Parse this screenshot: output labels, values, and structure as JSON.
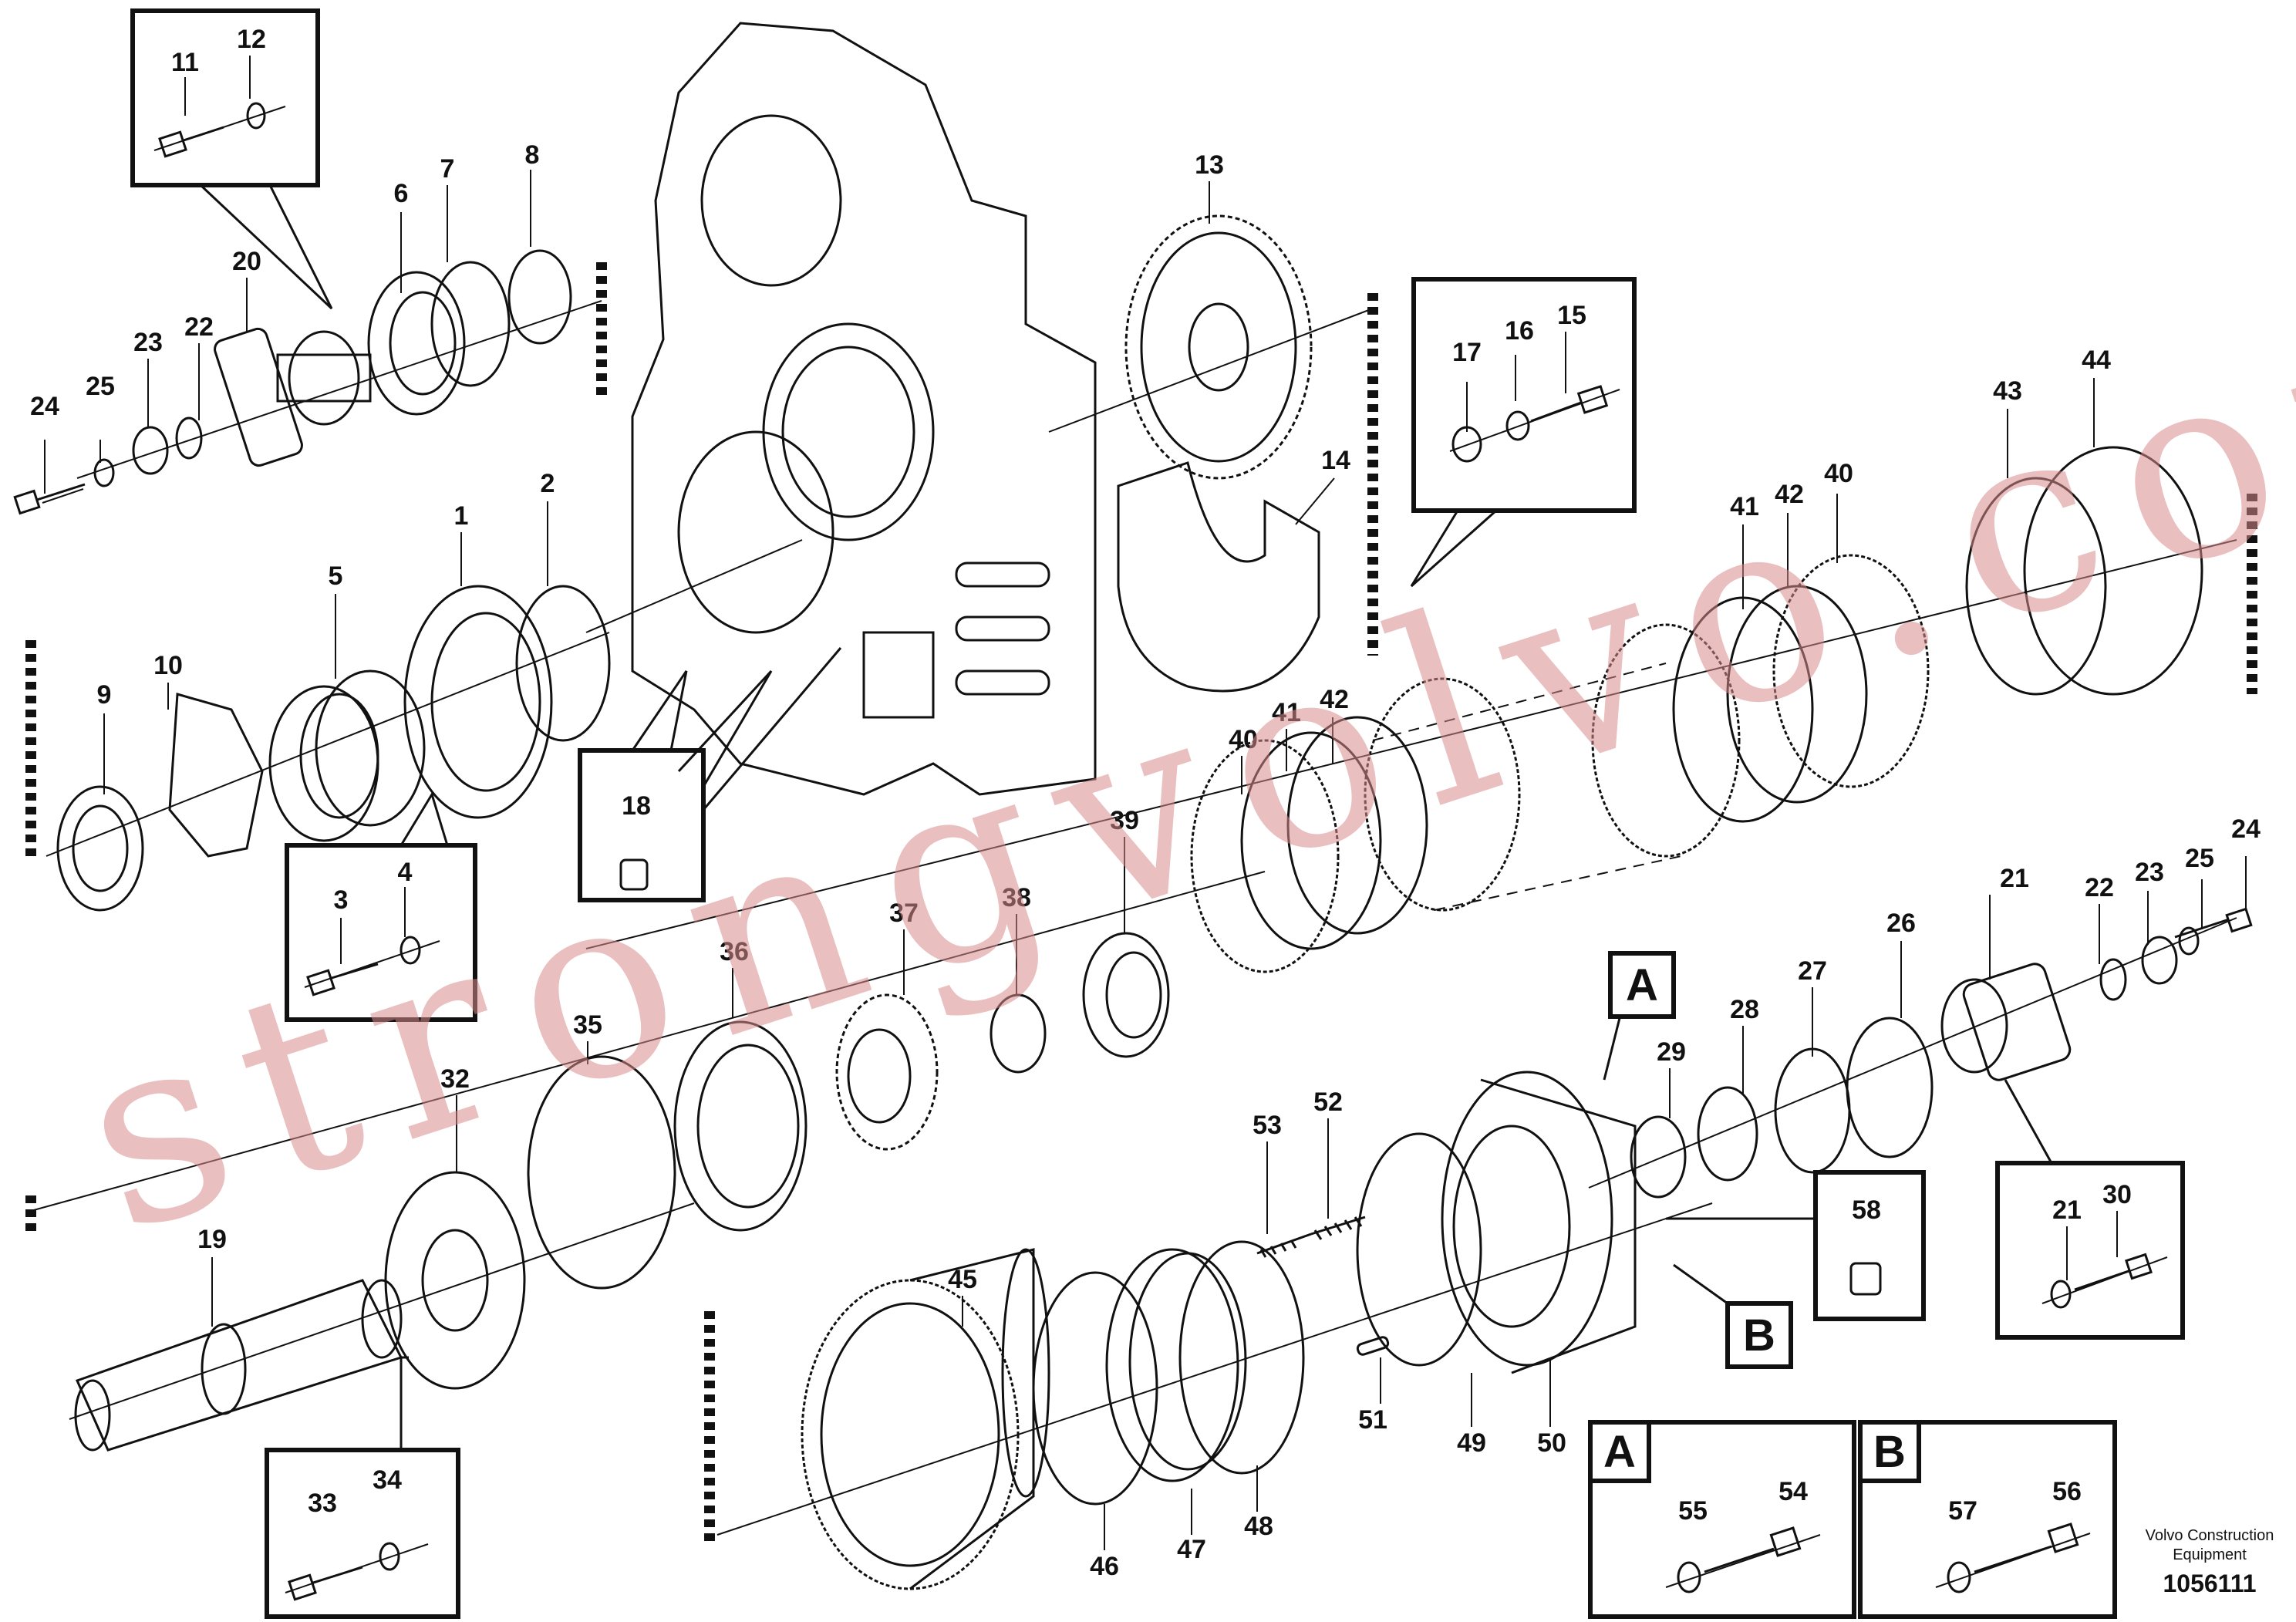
{
  "part_labels": [
    {
      "id": "l1",
      "text": "1"
    },
    {
      "id": "l2",
      "text": "2"
    },
    {
      "id": "l3",
      "text": "3"
    },
    {
      "id": "l4",
      "text": "4"
    },
    {
      "id": "l5",
      "text": "5"
    },
    {
      "id": "l6",
      "text": "6"
    },
    {
      "id": "l7",
      "text": "7"
    },
    {
      "id": "l8",
      "text": "8"
    },
    {
      "id": "l9",
      "text": "9"
    },
    {
      "id": "l10",
      "text": "10"
    },
    {
      "id": "l11",
      "text": "11"
    },
    {
      "id": "l12",
      "text": "12"
    },
    {
      "id": "l13",
      "text": "13"
    },
    {
      "id": "l14",
      "text": "14"
    },
    {
      "id": "l15",
      "text": "15"
    },
    {
      "id": "l16",
      "text": "16"
    },
    {
      "id": "l17",
      "text": "17"
    },
    {
      "id": "l18",
      "text": "18"
    },
    {
      "id": "l19",
      "text": "19"
    },
    {
      "id": "l20",
      "text": "20"
    },
    {
      "id": "l21",
      "text": "21"
    },
    {
      "id": "l21b",
      "text": "21"
    },
    {
      "id": "l22",
      "text": "22"
    },
    {
      "id": "l22b",
      "text": "22"
    },
    {
      "id": "l23",
      "text": "23"
    },
    {
      "id": "l23b",
      "text": "23"
    },
    {
      "id": "l24",
      "text": "24"
    },
    {
      "id": "l24b",
      "text": "24"
    },
    {
      "id": "l25",
      "text": "25"
    },
    {
      "id": "l25b",
      "text": "25"
    },
    {
      "id": "l26",
      "text": "26"
    },
    {
      "id": "l27",
      "text": "27"
    },
    {
      "id": "l28",
      "text": "28"
    },
    {
      "id": "l29",
      "text": "29"
    },
    {
      "id": "l30",
      "text": "30"
    },
    {
      "id": "l32",
      "text": "32"
    },
    {
      "id": "l33",
      "text": "33"
    },
    {
      "id": "l34",
      "text": "34"
    },
    {
      "id": "l35",
      "text": "35"
    },
    {
      "id": "l36",
      "text": "36"
    },
    {
      "id": "l37",
      "text": "37"
    },
    {
      "id": "l38",
      "text": "38"
    },
    {
      "id": "l39",
      "text": "39"
    },
    {
      "id": "l40",
      "text": "40"
    },
    {
      "id": "l40b",
      "text": "40"
    },
    {
      "id": "l41",
      "text": "41"
    },
    {
      "id": "l41b",
      "text": "41"
    },
    {
      "id": "l42",
      "text": "42"
    },
    {
      "id": "l42b",
      "text": "42"
    },
    {
      "id": "l43",
      "text": "43"
    },
    {
      "id": "l44",
      "text": "44"
    },
    {
      "id": "l45",
      "text": "45"
    },
    {
      "id": "l46",
      "text": "46"
    },
    {
      "id": "l47",
      "text": "47"
    },
    {
      "id": "l48",
      "text": "48"
    },
    {
      "id": "l49",
      "text": "49"
    },
    {
      "id": "l50",
      "text": "50"
    },
    {
      "id": "l51",
      "text": "51"
    },
    {
      "id": "l52",
      "text": "52"
    },
    {
      "id": "l53",
      "text": "53"
    },
    {
      "id": "l54",
      "text": "54"
    },
    {
      "id": "l55",
      "text": "55"
    },
    {
      "id": "l56",
      "text": "56"
    },
    {
      "id": "l57",
      "text": "57"
    },
    {
      "id": "l58",
      "text": "58"
    }
  ],
  "insets": {
    "a_tag": "A",
    "b_tag": "B",
    "a_box": "A",
    "b_box": "B"
  },
  "footer": {
    "line1": "Volvo Construction",
    "line2": "Equipment",
    "number": "1056111"
  },
  "watermark": "strongvolvo.com"
}
